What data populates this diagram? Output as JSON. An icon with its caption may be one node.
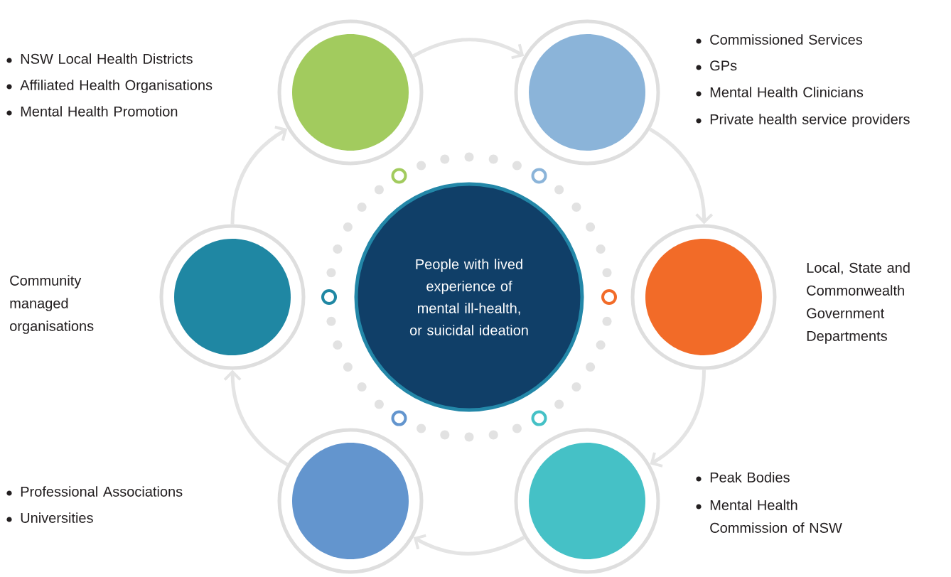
{
  "diagram": {
    "nodes": [
      {
        "text": [
          "People with lived experience of mental ill-health, or suicidal ideation"
        ]
      },
      {
        "text": [],
        "shape": "circle",
        "beside": [
          "NSW Local Health Districts",
          "Affiliated Health Organisations",
          "Mental Health Promotion"
        ]
      },
      {
        "text": [],
        "shape": "circle",
        "beside": [
          "Commissioned Services",
          "GPs",
          "Mental Health Clinicians",
          "Private health service providers"
        ]
      },
      {
        "text": [],
        "shape": "circle",
        "beside": [
          "Local, State and Commonwealth Government Departments"
        ]
      },
      {
        "text": [],
        "shape": "circle",
        "beside": [
          "Peak Bodies",
          "Mental Health Commission of NSW"
        ]
      },
      {
        "text": [],
        "shape": "circle",
        "beside": [
          "Professional Associations",
          "Universities"
        ]
      },
      {
        "text": [],
        "shape": "circle"
      }
    ],
    "labels": [
      "Community managed organisations"
    ],
    "edges": [
      {
        "from": 1,
        "to": 2,
        "arrow": "to"
      },
      {
        "from": 2,
        "to": 3,
        "arrow": "to"
      },
      {
        "from": 3,
        "to": 4,
        "arrow": "to"
      },
      {
        "from": 4,
        "to": 5,
        "arrow": "to"
      },
      {
        "from": 5,
        "to": 6,
        "arrow": "to"
      },
      {
        "from": 6,
        "to": 1,
        "arrow": "to"
      }
    ]
  }
}
